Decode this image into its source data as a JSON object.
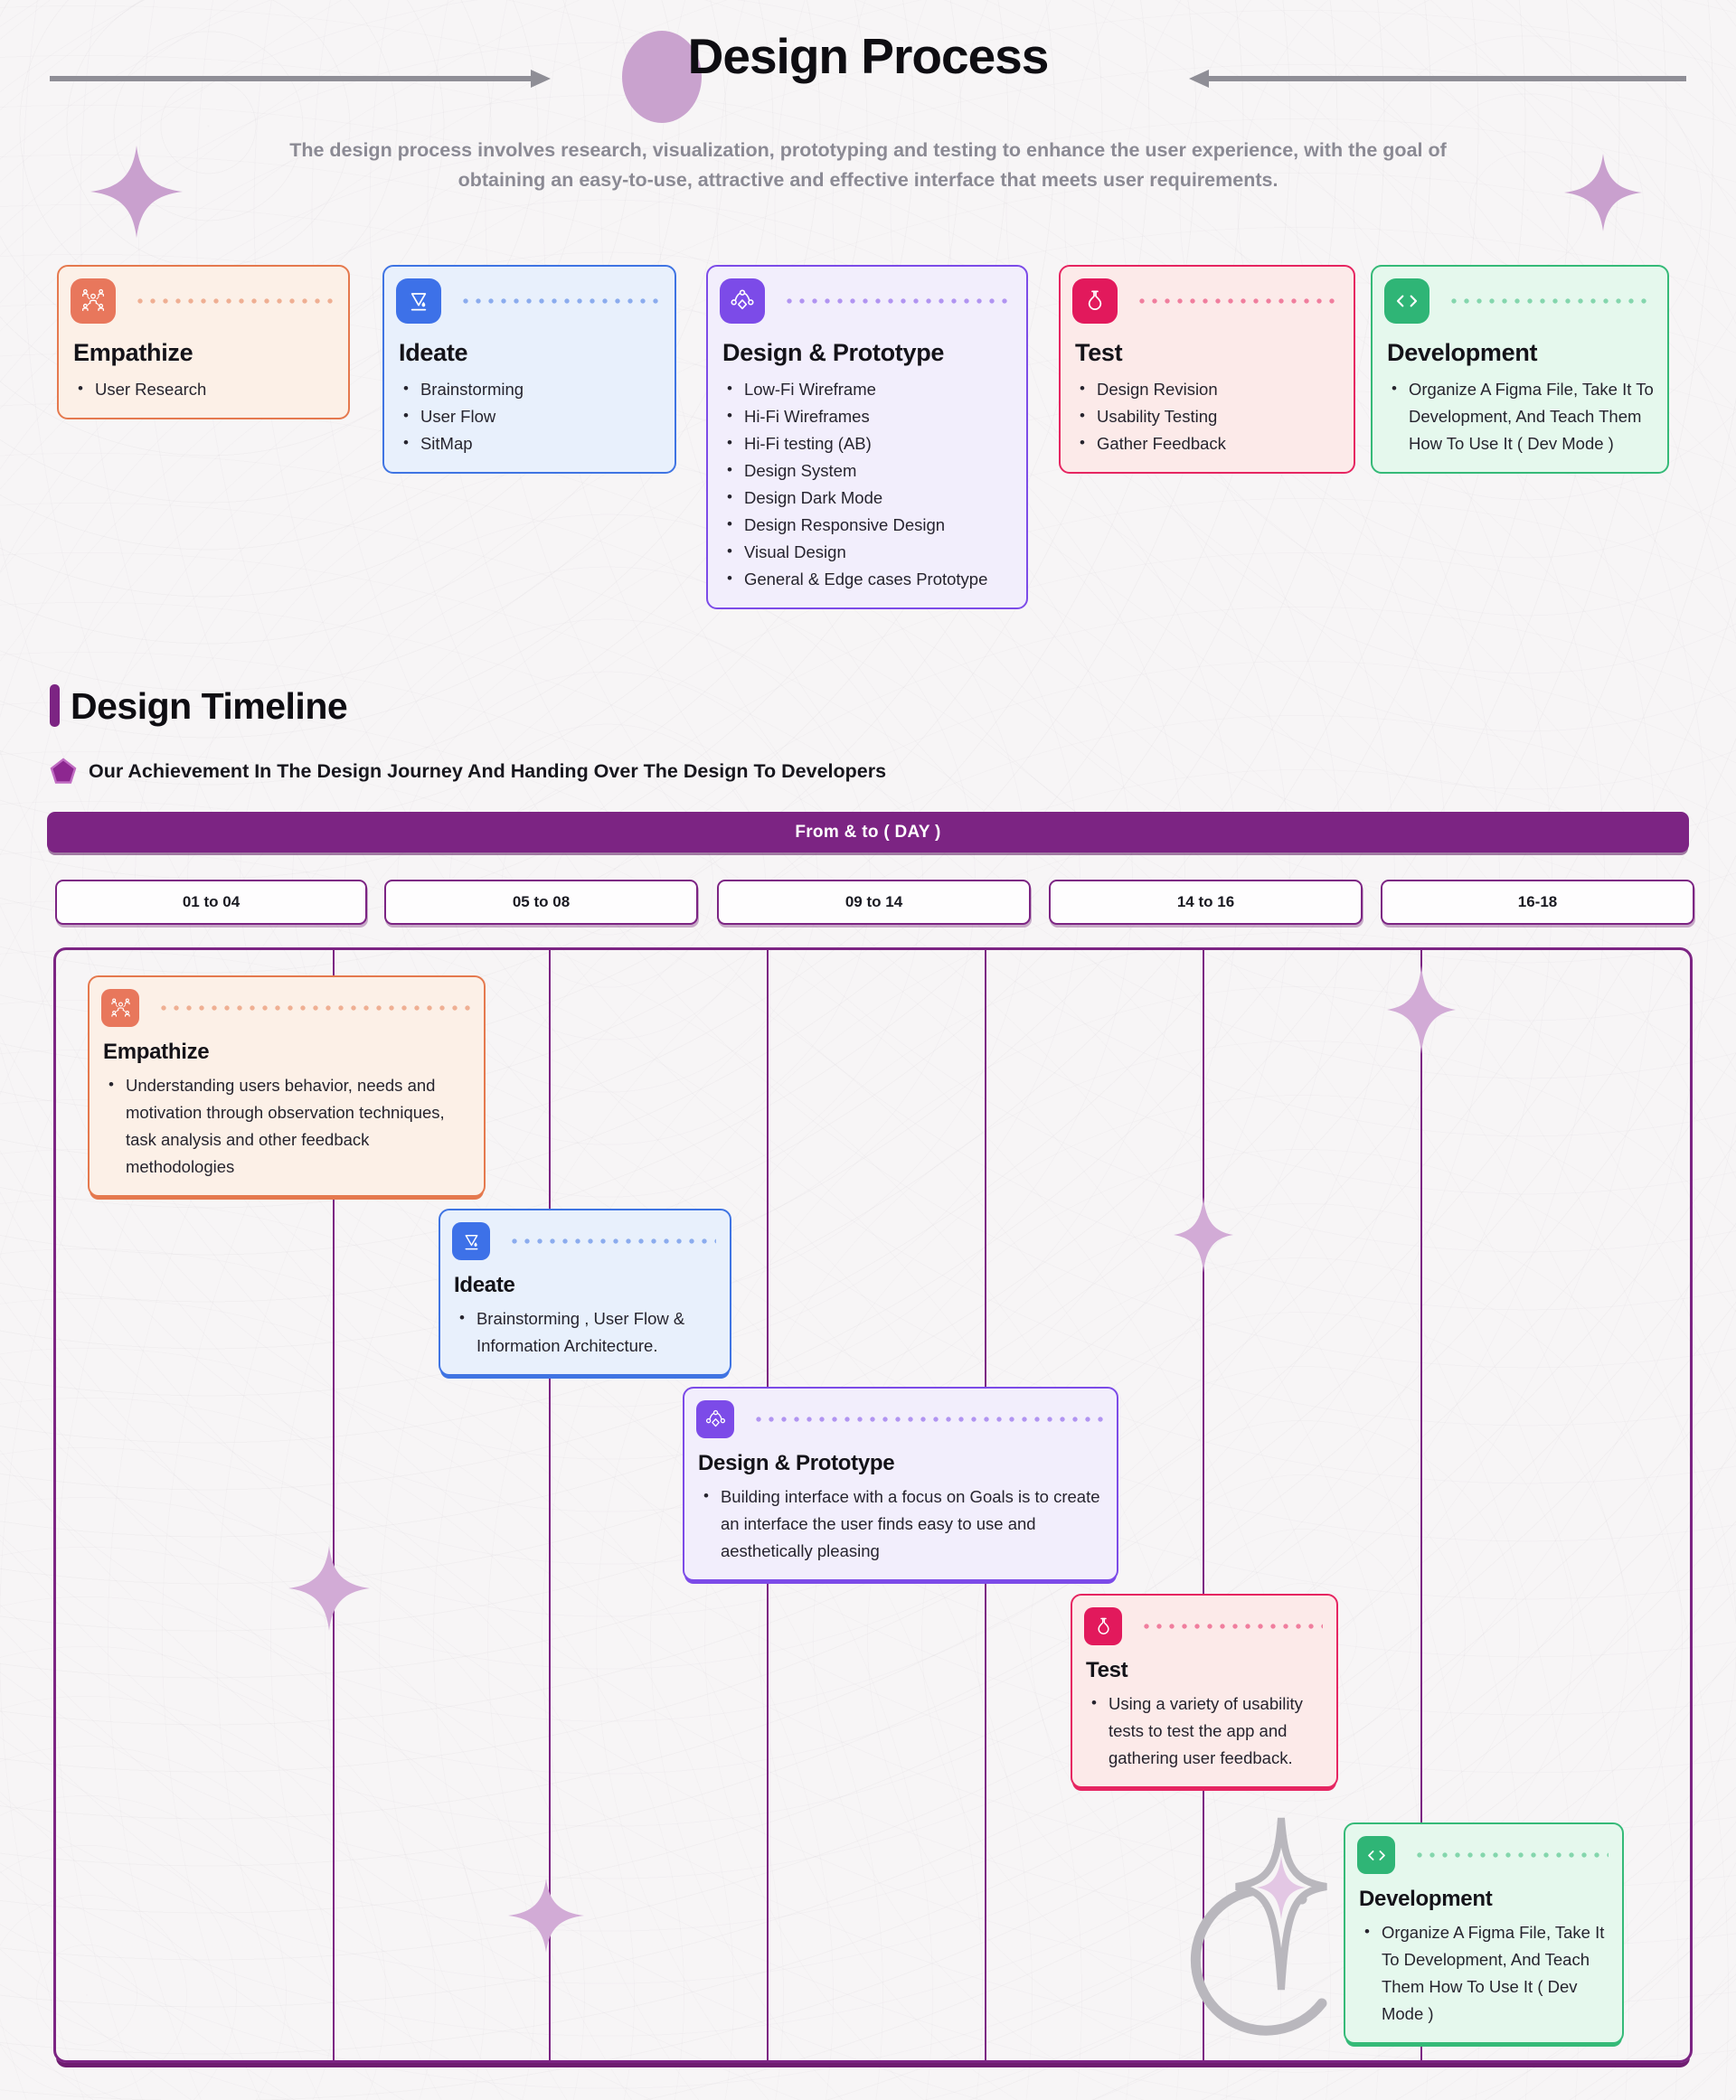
{
  "header": {
    "title": "Design Process",
    "subtitle": "The design process involves research, visualization, prototyping and testing to enhance the user experience, with the goal of obtaining an easy-to-use, attractive and effective interface that meets user requirements."
  },
  "process_cards": [
    {
      "title": "Empathize",
      "icon": "people-network-icon",
      "accent_color": "#E5794E",
      "items": [
        "User Research"
      ]
    },
    {
      "title": "Ideate",
      "icon": "ideation-funnel-icon",
      "accent_color": "#3F74E3",
      "items": [
        "Brainstorming",
        "User Flow",
        "SitMap"
      ]
    },
    {
      "title": "Design & Prototype",
      "icon": "vector-pen-icon",
      "accent_color": "#7C4BE8",
      "items": [
        "Low-Fi Wireframe",
        "Hi-Fi Wireframes",
        "Hi-Fi testing (AB)",
        "Design System",
        "Design Dark Mode",
        "Design Responsive Design",
        "Visual Design",
        "General & Edge cases Prototype"
      ]
    },
    {
      "title": "Test",
      "icon": "flask-icon",
      "accent_color": "#E62561",
      "items": [
        "Design Revision",
        "Usability Testing",
        "Gather Feedback"
      ]
    },
    {
      "title": "Development",
      "icon": "code-brackets-icon",
      "accent_color": "#35BA78",
      "items": [
        "Organize A Figma File, Take It To Development, And Teach Them How To Use It ( Dev Mode )"
      ]
    }
  ],
  "timeline": {
    "heading": "Design Timeline",
    "achievement": "Our Achievement In The Design Journey And Handing Over The Design To Developers",
    "banner_label": "From & to ( DAY )",
    "columns": [
      "01 to 04",
      "05 to 08",
      "09 to 14",
      "14 to 16",
      "16-18"
    ],
    "cards": [
      {
        "title": "Empathize",
        "text": "Understanding users behavior, needs and motivation through observation techniques, task analysis and other feedback methodologies"
      },
      {
        "title": "Ideate",
        "text": "Brainstorming , User Flow & Information Architecture."
      },
      {
        "title": "Design & Prototype",
        "text": "Building interface with a focus on Goals is to create an interface the user finds easy to use and aesthetically pleasing"
      },
      {
        "title": "Test",
        "text": "Using a variety of usability tests to test the app and gathering user feedback."
      },
      {
        "title": "Development",
        "text": "Organize A Figma File, Take It To Development, And Teach Them How To Use It ( Dev Mode )"
      }
    ]
  },
  "colors": {
    "purple_accent": "#7C2483",
    "grid_shadow": "#6E1C70",
    "sparkle_pink": "#CFA8D3",
    "arrow_gray": "#8F8E96",
    "subtitle_gray": "#8B8A94",
    "page_background": "#F7F5F6"
  }
}
